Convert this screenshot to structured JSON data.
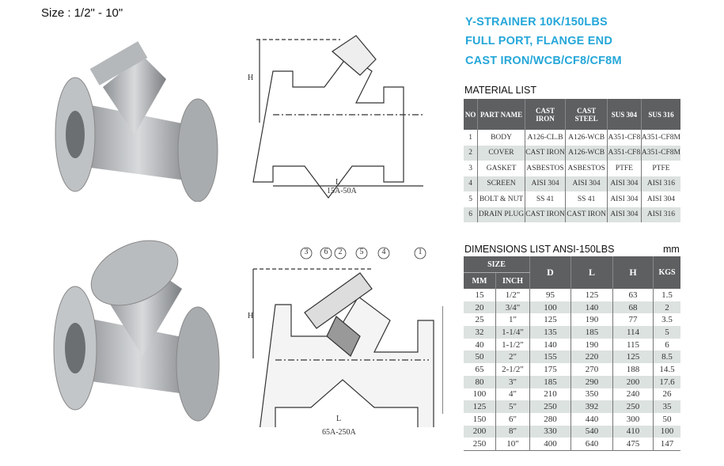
{
  "size_label": "Size : 1/2\" - 10\"",
  "title_lines": [
    "Y-STRAINER 10K/150LBS",
    "FULL PORT, FLANGE END",
    "CAST IRON/WCB/CF8/CF8M"
  ],
  "drawings": {
    "top": {
      "dim_h": "H",
      "dim_l": "L",
      "caption": "15A-50A"
    },
    "bottom": {
      "dim_h": "H",
      "dim_l": "L",
      "caption": "65A-250A",
      "callouts": [
        "3",
        "6",
        "2",
        "5",
        "4",
        "1"
      ]
    }
  },
  "material_list": {
    "title": "MATERIAL LIST",
    "headers": [
      "NO",
      "PART NAME",
      "CAST IRON",
      "CAST STEEL",
      "SUS 304",
      "SUS 316"
    ],
    "rows": [
      [
        "1",
        "BODY",
        "A126-CL.B",
        "A126-WCB",
        "A351-CF8",
        "A351-CF8M"
      ],
      [
        "2",
        "COVER",
        "CAST IRON",
        "A126-WCB",
        "A351-CF8",
        "A351-CF8M"
      ],
      [
        "3",
        "GASKET",
        "ASBESTOS",
        "ASBESTOS",
        "PTFE",
        "PTFE"
      ],
      [
        "4",
        "SCREEN",
        "AISI 304",
        "AISI 304",
        "AISI 304",
        "AISI 316"
      ],
      [
        "5",
        "BOLT & NUT",
        "SS 41",
        "SS 41",
        "AISI 304",
        "AISI 304"
      ],
      [
        "6",
        "DRAIN PLUG",
        "CAST IRON",
        "CAST IRON",
        "AISI 304",
        "AISI 316"
      ]
    ]
  },
  "dimensions_list": {
    "title": "DIMENSIONS LIST  ANSI-150LBS",
    "unit": "mm",
    "size_header": "SIZE",
    "headers": [
      "MM",
      "INCH",
      "D",
      "L",
      "H",
      "KGS"
    ],
    "rows": [
      [
        "15",
        "1/2\"",
        "95",
        "125",
        "63",
        "1.5"
      ],
      [
        "20",
        "3/4\"",
        "100",
        "140",
        "68",
        "2"
      ],
      [
        "25",
        "1\"",
        "125",
        "190",
        "77",
        "3.5"
      ],
      [
        "32",
        "1-1/4\"",
        "135",
        "185",
        "114",
        "5"
      ],
      [
        "40",
        "1-1/2\"",
        "140",
        "190",
        "115",
        "6"
      ],
      [
        "50",
        "2\"",
        "155",
        "220",
        "125",
        "8.5"
      ],
      [
        "65",
        "2-1/2\"",
        "175",
        "270",
        "188",
        "14.5"
      ],
      [
        "80",
        "3\"",
        "185",
        "290",
        "200",
        "17.6"
      ],
      [
        "100",
        "4\"",
        "210",
        "350",
        "240",
        "26"
      ],
      [
        "125",
        "5\"",
        "250",
        "392",
        "250",
        "35"
      ],
      [
        "150",
        "6\"",
        "280",
        "440",
        "300",
        "50"
      ],
      [
        "200",
        "8\"",
        "330",
        "540",
        "410",
        "100"
      ],
      [
        "250",
        "10\"",
        "400",
        "640",
        "475",
        "147"
      ]
    ]
  }
}
